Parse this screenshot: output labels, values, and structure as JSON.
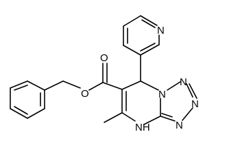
{
  "atoms": {
    "O_ester": "O",
    "O_carbonyl": "O",
    "N_pyridine": "N",
    "N_tetrazole_1": "N",
    "N_tetrazole_2": "N",
    "N_tetrazole_3": "N",
    "N_tetrazole_4": "N",
    "NH": "NH"
  },
  "colors": {
    "bond": "#000000",
    "background": "#ffffff"
  }
}
